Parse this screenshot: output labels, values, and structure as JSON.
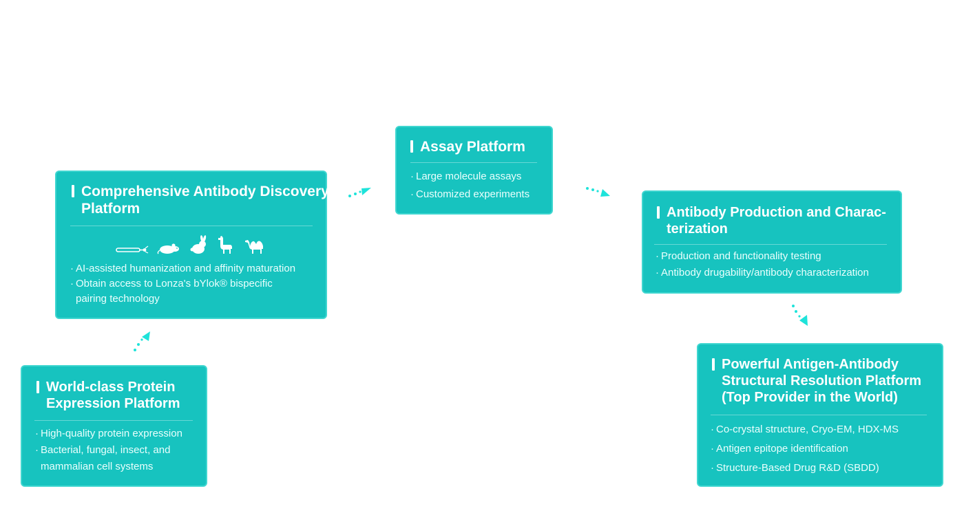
{
  "colors": {
    "card": "#17c3bf",
    "card_border": "#3fd6d0",
    "arrow": "#1ee3da"
  },
  "platforms": {
    "discovery": {
      "title_lines": [
        "Comprehensive Antibody Discovery",
        "Platform"
      ],
      "icons": [
        "phage-icon",
        "mouse-icon",
        "rabbit-icon",
        "alpaca-icon",
        "camel-icon"
      ],
      "items": [
        {
          "lines": [
            "AI-assisted humanization and affinity maturation"
          ]
        },
        {
          "lines": [
            "Obtain access to Lonza's bYlok® bispecific",
            "pairing technology"
          ]
        }
      ]
    },
    "assay": {
      "title_lines": [
        "Assay Platform"
      ],
      "items": [
        {
          "lines": [
            "Large molecule assays"
          ]
        },
        {
          "lines": [
            "Customized experiments"
          ]
        }
      ]
    },
    "production": {
      "title_lines": [
        "Antibody Production and Charac-",
        "terization"
      ],
      "items": [
        {
          "lines": [
            "Production and functionality testing"
          ]
        },
        {
          "lines": [
            "Antibody drugability/antibody characterization"
          ]
        }
      ]
    },
    "structural": {
      "title_lines": [
        "Powerful Antigen-Antibody",
        "Structural Resolution Platform",
        "(Top Provider in the World)"
      ],
      "items": [
        {
          "lines": [
            "Co-crystal structure, Cryo-EM, HDX-MS"
          ]
        },
        {
          "lines": [
            "Antigen epitope identification"
          ]
        },
        {
          "lines": [
            "Structure-Based Drug R&D (SBDD)"
          ]
        }
      ]
    },
    "protein": {
      "title_lines": [
        "World-class Protein",
        "Expression Platform"
      ],
      "items": [
        {
          "lines": [
            "High-quality protein expression"
          ]
        },
        {
          "lines": [
            "Bacterial, fungal, insect, and",
            "mammalian cell systems"
          ]
        }
      ]
    }
  }
}
